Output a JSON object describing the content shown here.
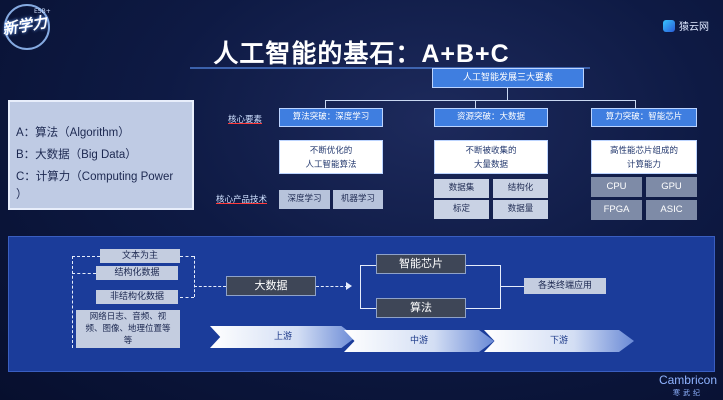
{
  "logo": {
    "text": "新学力",
    "badge": "ESB+"
  },
  "brand": {
    "name": "猿云网"
  },
  "title": "人工智能的基石：A+B+C",
  "definitions": [
    "A：算法（Algorithm）",
    "B：大数据（Big Data）",
    "C：计算力（Computing Power",
    "）"
  ],
  "pillars": {
    "core": "人工智能发展三大要素",
    "row_labels": {
      "core_elements": "核心要素",
      "core_products": "核心产品技术"
    },
    "columns": [
      {
        "head": "算法突破：深度学习",
        "desc": "不断优化的\n人工智能算法",
        "items": [
          "深度学习",
          "机器学习"
        ]
      },
      {
        "head": "资源突破：大数据",
        "desc": "不断被收集的\n大量数据",
        "items": [
          "数据集",
          "结构化",
          "标定",
          "数据量"
        ]
      },
      {
        "head": "算力突破：智能芯片",
        "desc": "高性能芯片组成的\n计算能力",
        "items": [
          "CPU",
          "GPU",
          "FPGA",
          "ASIC"
        ]
      }
    ]
  },
  "flow": {
    "data_types": [
      "文本为主",
      "结构化数据",
      "非结构化数据"
    ],
    "data_sources": "网络日志、音频、视频、图像、地理位置等等",
    "big_data": "大数据",
    "chip": "智能芯片",
    "algorithm": "算法",
    "applications": "各类终端应用",
    "stages": [
      "上游",
      "中游",
      "下游"
    ]
  },
  "footer": {
    "company": "Cambricon",
    "company_cn": "寒武纪"
  }
}
